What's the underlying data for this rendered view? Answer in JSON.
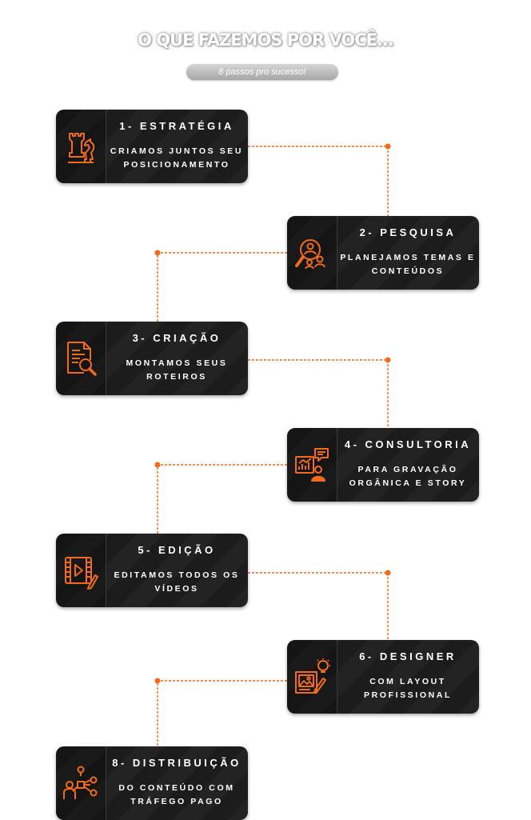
{
  "header": {
    "title": "O QUE FAZEMOS POR VOCÊ...",
    "subtitle": "8 passos pro sucesso!"
  },
  "colors": {
    "accent": "#f26b1d",
    "card": "#1c1c1c",
    "text": "#ffffff"
  },
  "steps": [
    {
      "title": "1- ESTRATÉGIA",
      "desc_1": "CRIAMOS JUNTOS SEU",
      "desc_2": "POSICIONAMENTO",
      "icon": "chess-icon"
    },
    {
      "title": "2- PESQUISA",
      "desc_1": "PLANEJAMOS TEMAS E",
      "desc_2": "CONTEÚDOS",
      "icon": "research-icon"
    },
    {
      "title": "3- CRIAÇÃO",
      "desc_1": "MONTAMOS SEUS",
      "desc_2": "ROTEIROS",
      "icon": "document-search-icon"
    },
    {
      "title": "4- CONSULTORIA",
      "desc_1": "PARA GRAVAÇÃO",
      "desc_2": "ORGÂNICA E STORY",
      "icon": "consulting-icon"
    },
    {
      "title": "5- EDIÇÃO",
      "desc_1": "EDITAMOS TODOS OS",
      "desc_2": "VÍDEOS",
      "icon": "video-edit-icon"
    },
    {
      "title": "6- DESIGNER",
      "desc_1": "COM LAYOUT",
      "desc_2": "PROFISSIONAL",
      "icon": "design-icon"
    },
    {
      "title": "8- DISTRIBUIÇÃO",
      "desc_1": "DO CONTEÚDO COM",
      "desc_2": "TRÁFEGO PAGO",
      "icon": "distribution-icon"
    }
  ]
}
